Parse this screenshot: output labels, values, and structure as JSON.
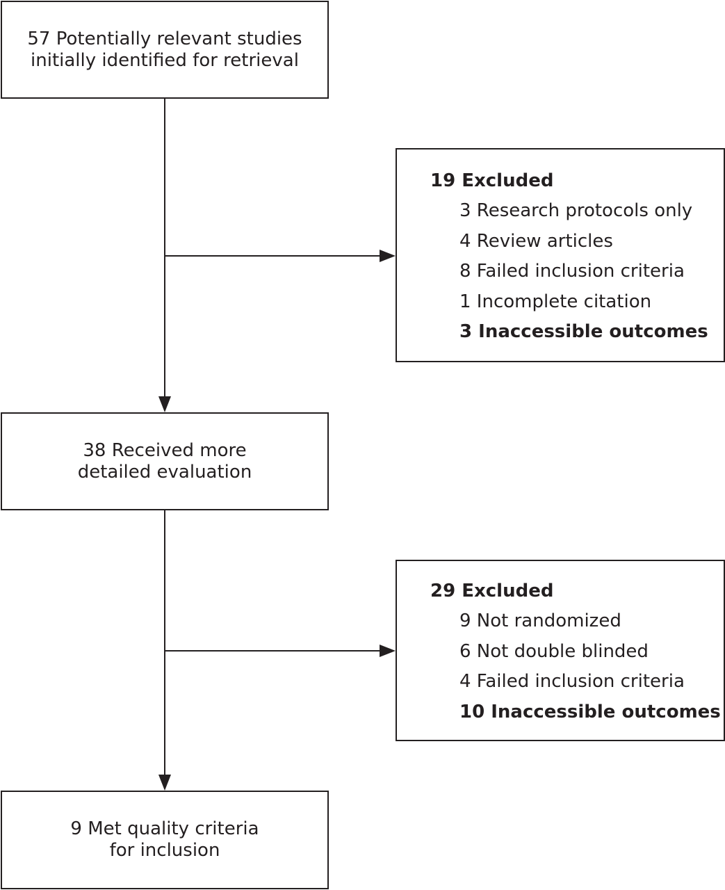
{
  "flow": {
    "identified": {
      "line1": "57 Potentially relevant studies",
      "line2": "initially identified for retrieval"
    },
    "evaluated": {
      "line1": "38 Received more",
      "line2": "detailed evaluation"
    },
    "included": {
      "line1": "9 Met quality criteria",
      "line2": "for inclusion"
    }
  },
  "exclusions": [
    {
      "heading": "19 Excluded",
      "items": [
        "3 Research protocols only",
        "4 Review articles",
        "8 Failed inclusion criteria",
        "1 Incomplete citation",
        "3 Inaccessible outcomes"
      ]
    },
    {
      "heading": "29 Excluded",
      "items": [
        "9 Not randomized",
        "6 Not double blinded",
        "4 Failed inclusion criteria",
        "10 Inaccessible outcomes"
      ]
    }
  ],
  "colors": {
    "line": "#231f20",
    "background": "#ffffff"
  }
}
